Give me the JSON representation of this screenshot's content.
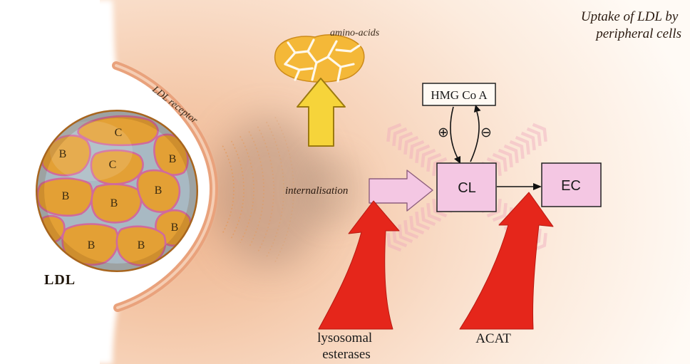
{
  "title": {
    "line1": "Uptake of LDL by",
    "line2": "peripheral cells"
  },
  "labels": {
    "amino_acids": "amino-acids",
    "ldl_receptor": "LDL receptor",
    "internalisation": "internalisation",
    "ldl": "LDL",
    "lysosomal_esterases": {
      "line1": "lysosomal",
      "line2": "esterases"
    },
    "acat": "ACAT"
  },
  "boxes": {
    "hmg_coa": "HMG Co A",
    "cl": "CL",
    "ec": "EC"
  },
  "regulation": {
    "activation": "⊕",
    "inhibition": "⊖"
  },
  "ldl_particle_labels": [
    "C",
    "B",
    "C",
    "B",
    "B",
    "B",
    "B",
    "B",
    "B",
    "B"
  ],
  "colors": {
    "cell_interior": "#f4c8a9",
    "membrane": "#e9a27c",
    "ldl_particle": "#e3a035",
    "ldl_gap": "#a8b9c3",
    "ldl_outline": "#d06a9c",
    "amino_acids": "#f4b838",
    "yellow_arrow": "#f6d43a",
    "pink_box": "#f4c7e3",
    "red_arrow": "#e5261b",
    "chevron": "#eea6bc",
    "ripple": "#e39a5c"
  }
}
